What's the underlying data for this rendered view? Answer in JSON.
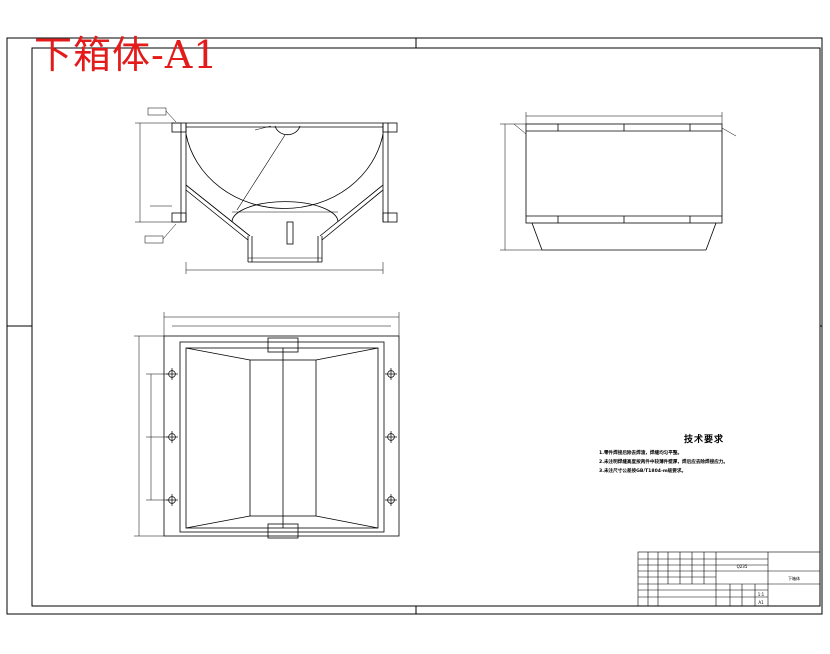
{
  "drawing": {
    "title": "下箱体-A1"
  },
  "technical_requirements": {
    "heading": "技术要求",
    "lines": [
      "1.零件焊接后除去焊渣，焊缝均匀平整。",
      "2.未注明焊缝高度按两件中较薄件壁厚，焊后应去除焊接应力。",
      "3.未注尺寸公差按GB/T1804-m级要求。"
    ]
  },
  "title_block": {
    "part_name": "下箱体",
    "material": "Q235",
    "scale": "1:1",
    "sheet": "A1"
  }
}
